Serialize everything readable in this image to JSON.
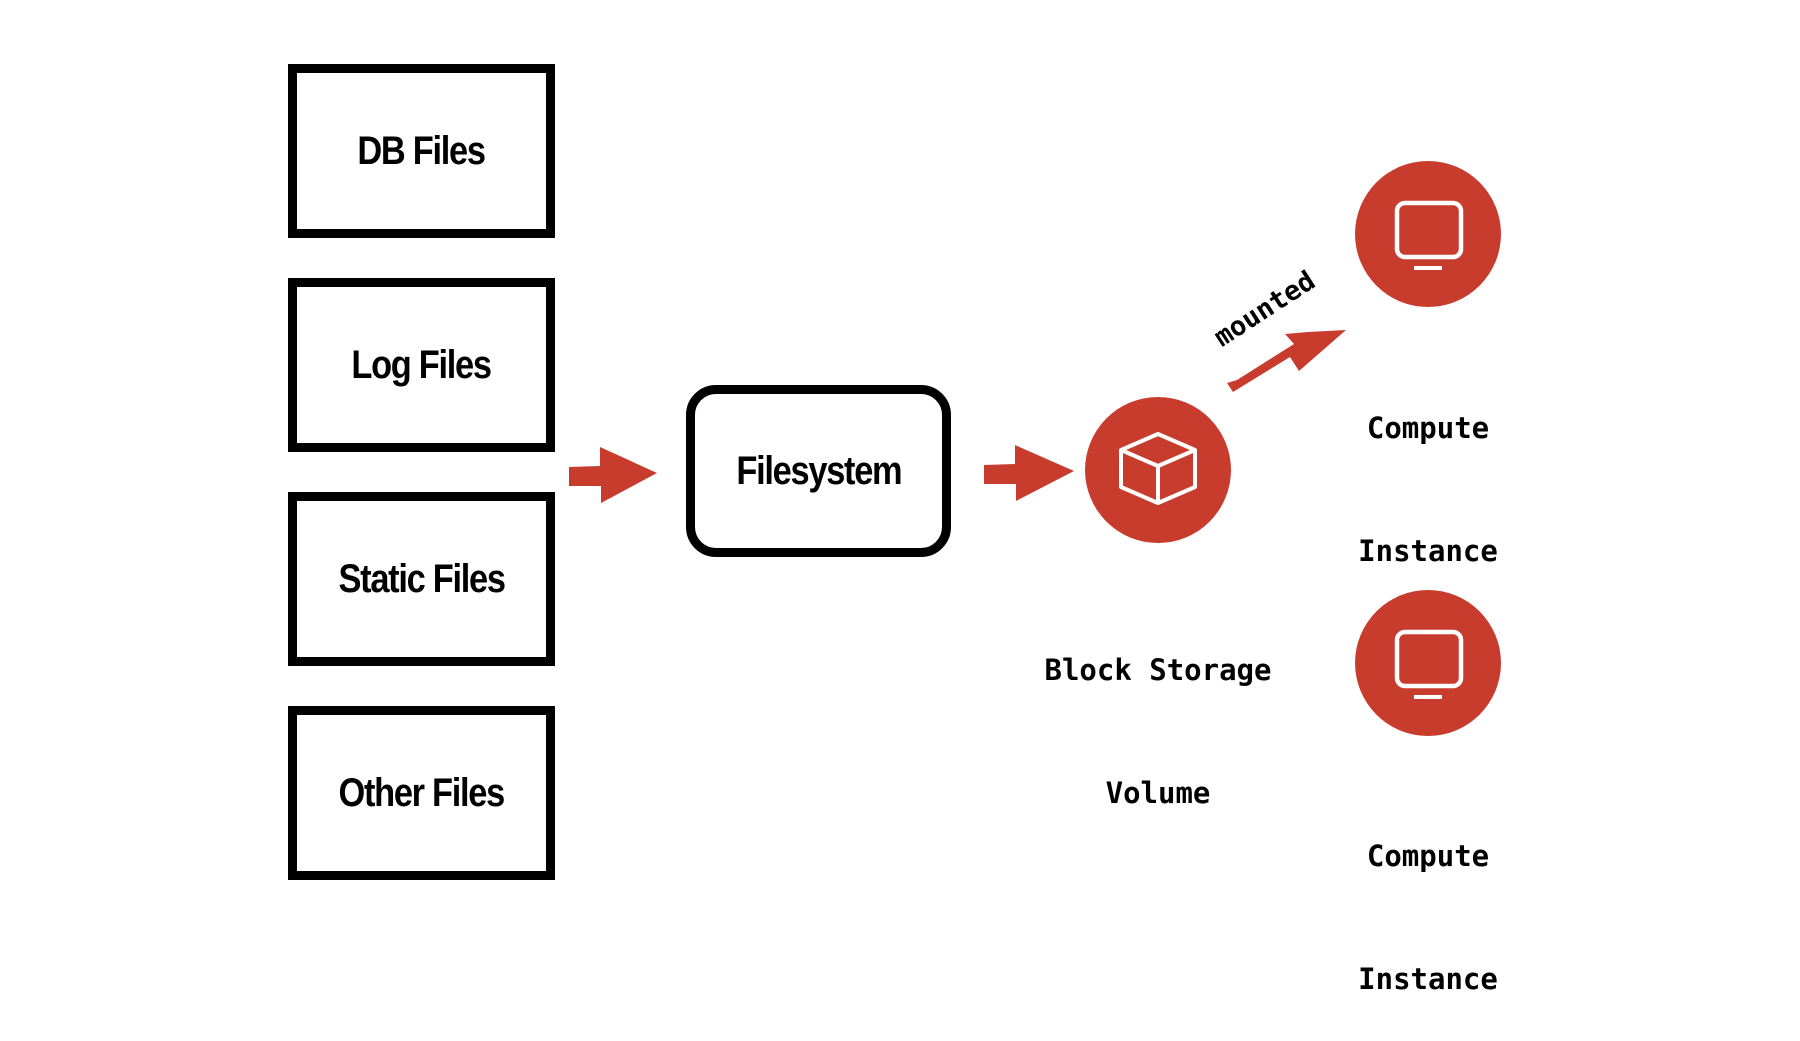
{
  "colors": {
    "accent": "#c83c2d",
    "stroke": "#000000",
    "icon": "#ffffff",
    "background": "#ffffff"
  },
  "sources": [
    {
      "label": "DB Files"
    },
    {
      "label": "Log Files"
    },
    {
      "label": "Static Files"
    },
    {
      "label": "Other Files"
    }
  ],
  "filesystem": {
    "label": "Filesystem"
  },
  "block_storage": {
    "line1": "Block Storage",
    "line2": "Volume",
    "icon": "cube-icon"
  },
  "edge_label": "mounted",
  "compute_instances": [
    {
      "line1": "Compute",
      "line2": "Instance",
      "icon": "monitor-icon",
      "mounted": true
    },
    {
      "line1": "Compute",
      "line2": "Instance",
      "icon": "monitor-icon",
      "mounted": false
    }
  ]
}
